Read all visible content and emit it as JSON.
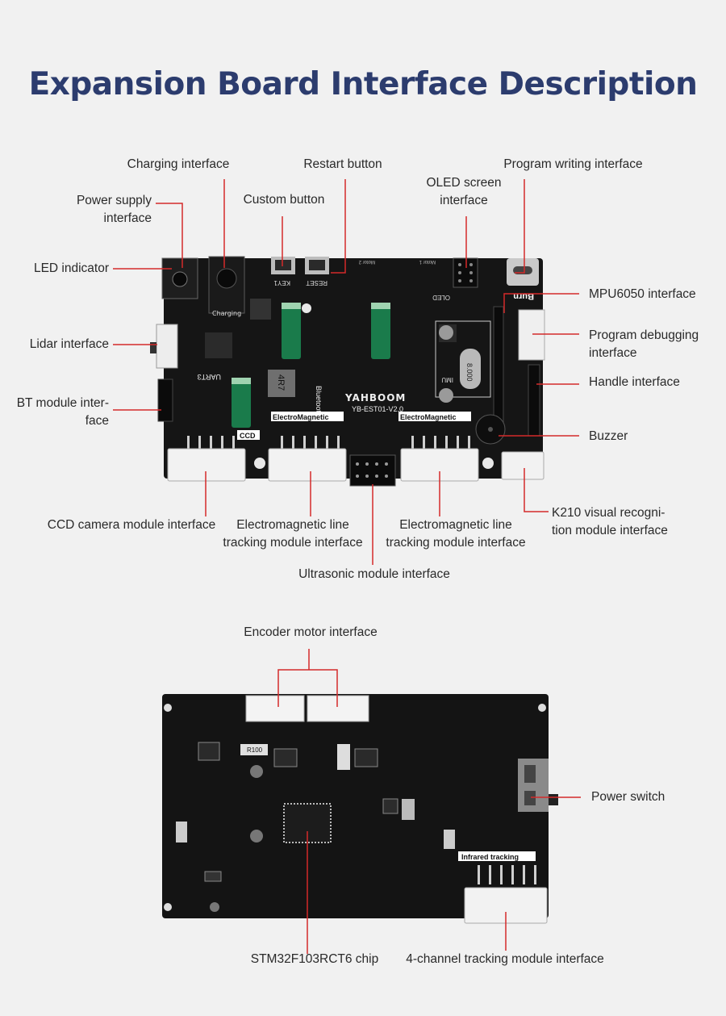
{
  "title": "Expansion Board Interface Description",
  "colors": {
    "title": "#2c3c6e",
    "leader": "#d42a2a",
    "board": "#151515",
    "background": "#f1f1f1"
  },
  "board_text": {
    "brand": "YAHBOOM",
    "model": "YB-EST01-V2.0",
    "burn": "Burn",
    "uart3": "UART3",
    "bluetooth": "Bluetooth",
    "ccd": "CCD",
    "electromagnetic": "ElectroMagnetic",
    "charging": "Charging",
    "key1": "KEY1",
    "reset": "RESET",
    "oled": "OLED",
    "imu": "IMU",
    "motor2": "Motor 2",
    "motor1": "Motor 1",
    "crystal": "8.000",
    "inductor": "4R7",
    "infrared": "Infrared tracking",
    "resistor": "R100"
  },
  "labels": {
    "charging": "Charging interface",
    "restart": "Restart button",
    "program_writing": "Program writing interface",
    "custom_button": "Custom button",
    "oled_1": "OLED screen",
    "oled_2": "interface",
    "power_supply_1": "Power supply",
    "power_supply_2": "interface",
    "led": "LED indicator",
    "lidar": "Lidar interface",
    "bt_1": "BT module inter-",
    "bt_2": "face",
    "mpu6050": "MPU6050 interface",
    "prog_debug_1": "Program debugging",
    "prog_debug_2": "interface",
    "handle": "Handle interface",
    "buzzer": "Buzzer",
    "k210_1": "K210 visual recogni-",
    "k210_2": "tion module interface",
    "ccd_camera": "CCD camera module interface",
    "em_left_1": "Electromagnetic line",
    "em_left_2": "tracking module interface",
    "em_right_1": "Electromagnetic line",
    "em_right_2": "tracking module interface",
    "ultrasonic": "Ultrasonic module interface",
    "encoder": "Encoder motor interface",
    "power_switch": "Power switch",
    "stm32": "STM32F103RCT6 chip",
    "four_channel": "4-channel tracking module interface"
  }
}
